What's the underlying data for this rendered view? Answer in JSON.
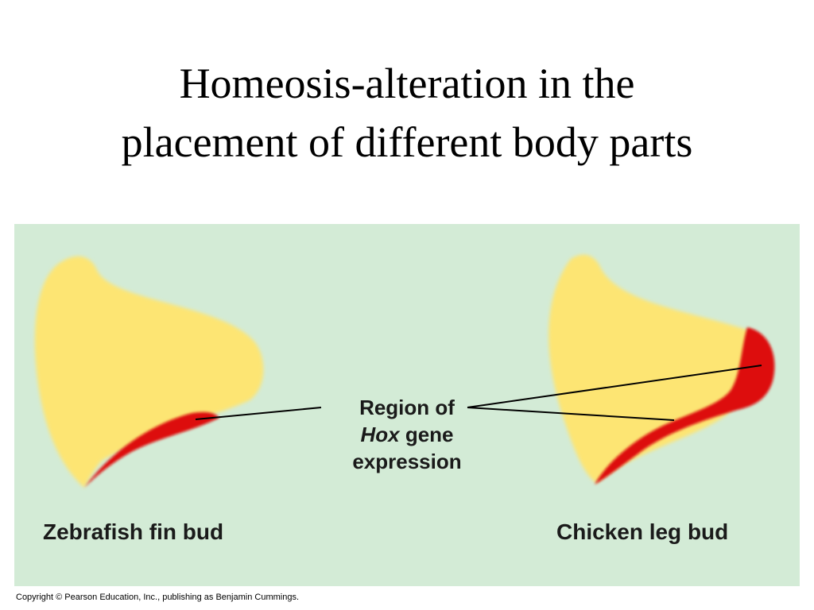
{
  "title": {
    "line1": "Homeosis-alteration in the",
    "line2": "placement of different body parts"
  },
  "figure": {
    "callout": {
      "line1": "Region of",
      "hox": "Hox",
      "line2_rest": " gene",
      "line3": "expression"
    },
    "left_label": "Zebrafish fin bud",
    "right_label": "Chicken leg bud",
    "colors": {
      "panel_background": "#d3ebd6",
      "bud_yellow": "#fde573",
      "hox_red": "#dd0a0a"
    }
  },
  "copyright": "Copyright © Pearson Education, Inc., publishing as Benjamin Cummings."
}
